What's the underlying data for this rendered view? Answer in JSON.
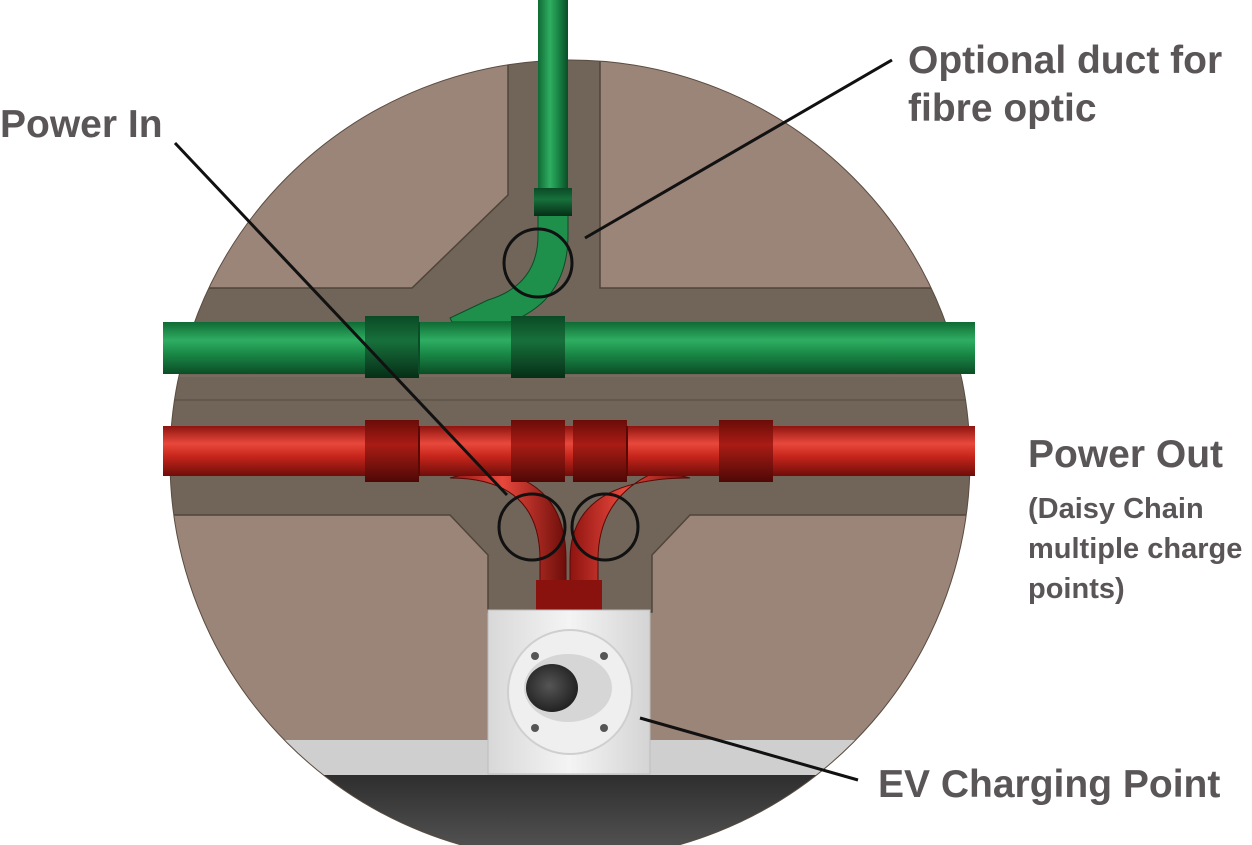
{
  "labels": {
    "optional_duct_line1": "Optional duct for",
    "optional_duct_line2": "fibre optic",
    "power_in": "Power In",
    "power_out": "Power Out",
    "power_out_note_line1": "(Daisy Chain",
    "power_out_note_line2": "multiple charge",
    "power_out_note_line3": "points)",
    "ev_charging_point": "EV Charging Point"
  },
  "colors": {
    "soil": "#9b8478",
    "trench": "#716559",
    "green_duct": "#1a8a48",
    "red_duct": "#c8261c",
    "charging_point": "#e8e8e8",
    "surface": "#cfcfcf",
    "road": "#3b3b3b",
    "label_text": "#5a5657"
  }
}
